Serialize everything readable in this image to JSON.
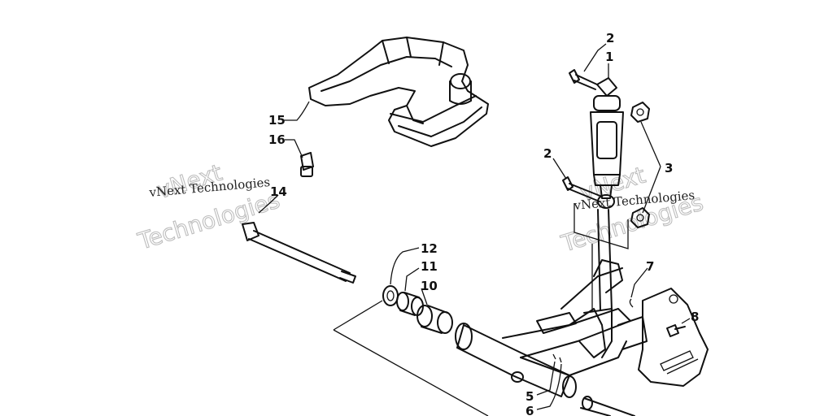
{
  "diagram": {
    "callouts": [
      {
        "id": "c1",
        "label": "1"
      },
      {
        "id": "c2a",
        "label": "2"
      },
      {
        "id": "c2b",
        "label": "2"
      },
      {
        "id": "c3",
        "label": "3"
      },
      {
        "id": "c5",
        "label": "5"
      },
      {
        "id": "c6",
        "label": "6"
      },
      {
        "id": "c7",
        "label": "7"
      },
      {
        "id": "c8",
        "label": "8"
      },
      {
        "id": "c10",
        "label": "10"
      },
      {
        "id": "c11",
        "label": "11"
      },
      {
        "id": "c12",
        "label": "12"
      },
      {
        "id": "c14",
        "label": "14"
      },
      {
        "id": "c15",
        "label": "15"
      },
      {
        "id": "c16",
        "label": "16"
      }
    ],
    "watermarks": {
      "left_small": "vNext Technologies",
      "left_big_top": "vNext",
      "left_big_bottom": "Technologies",
      "right_small": "vNext Technologies",
      "right_big_top": "vNext",
      "right_big_bottom": "Technologies"
    }
  }
}
